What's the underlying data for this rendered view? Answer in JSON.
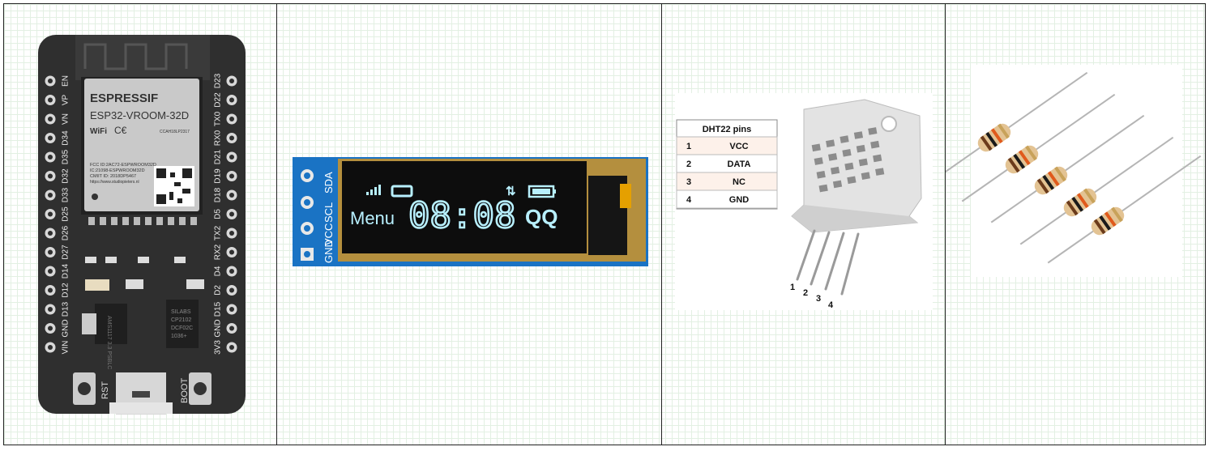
{
  "esp32": {
    "brand": "ESPRESSIF",
    "model": "ESP32-VROOM-32D",
    "fcc": "FCC ID:2AC72-ESPWROOM32D",
    "ic": "IC:21098-ESPWROOM32D",
    "cmiit": "CMIIT ID: 2018DP5467",
    "url": "https://www.studiopieters.nl",
    "cert": "CCAH18LP2317",
    "left_pins": [
      "EN",
      "VP",
      "VN",
      "D34",
      "D35",
      "D32",
      "D33",
      "D25",
      "D26",
      "D27",
      "D14",
      "D12",
      "D13",
      "GND",
      "VIN"
    ],
    "right_pins": [
      "D23",
      "D22",
      "TX0",
      "RX0",
      "D21",
      "D19",
      "D18",
      "D5",
      "TX2",
      "RX2",
      "D4",
      "D2",
      "D15",
      "GND",
      "3V3"
    ],
    "rst": "RST",
    "boot": "BOOT",
    "regulator": "AMS1117 3.3 PSBLC",
    "usb_chip": "SILABS CP2102 DCF02C 1036+"
  },
  "oled": {
    "pins": [
      "SDA",
      "SCL",
      "VCC",
      "GND"
    ],
    "menu": "Menu",
    "time": "08:08",
    "qq": "QQ"
  },
  "dht22": {
    "table_title": "DHT22 pins",
    "rows": [
      {
        "num": "1",
        "name": "VCC"
      },
      {
        "num": "2",
        "name": "DATA"
      },
      {
        "num": "3",
        "name": "NC"
      },
      {
        "num": "4",
        "name": "GND"
      }
    ],
    "pin_labels": [
      "1",
      "2",
      "3",
      "4"
    ]
  }
}
